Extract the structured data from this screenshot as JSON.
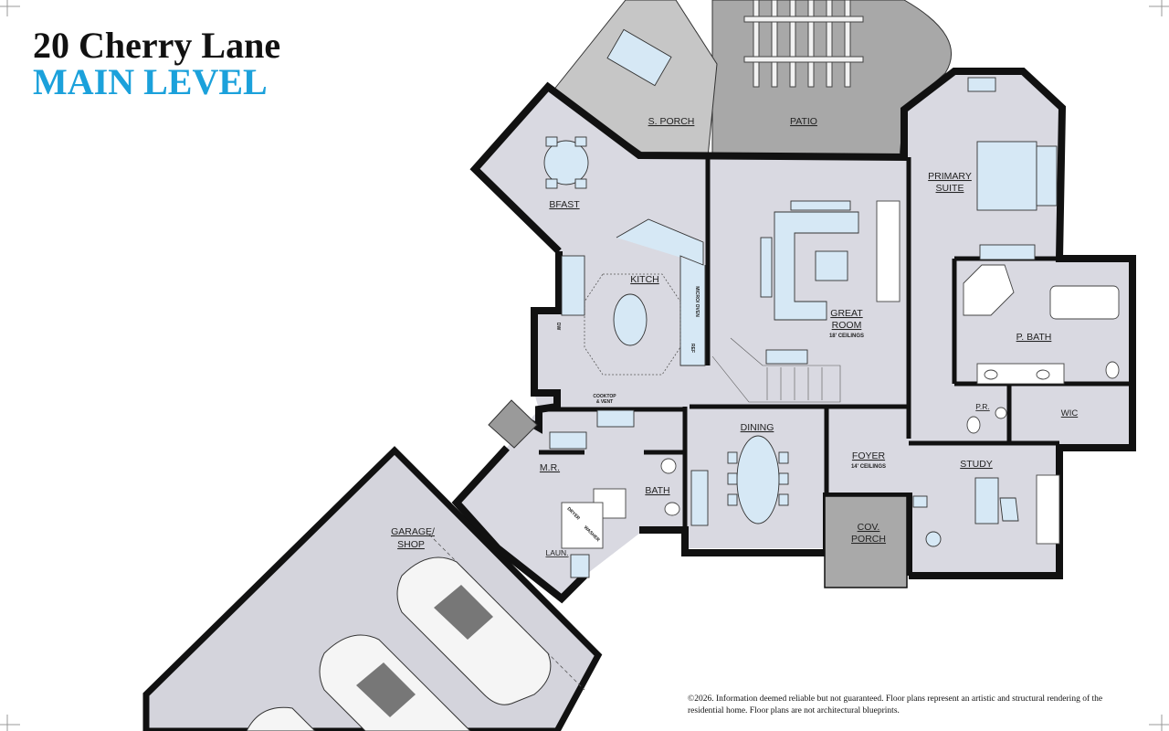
{
  "title": {
    "address": "20 Cherry Lane",
    "level": "MAIN LEVEL"
  },
  "colors": {
    "accent": "#1ba1db",
    "floor": "#d9d9e1",
    "patio": "#a9a9a9",
    "wall": "#111111",
    "furniture": "#d6e8f5"
  },
  "rooms": {
    "s_porch": "S. PORCH",
    "patio": "PATIO",
    "bfast": "BFAST",
    "kitch": "KITCH",
    "great_room": "GREAT",
    "great_room_2": "ROOM",
    "great_room_note": "18' CEILINGS",
    "primary_suite": "PRIMARY",
    "primary_suite_2": "SUITE",
    "p_bath": "P. BATH",
    "pr": "P.R.",
    "wic": "WIC",
    "dining": "DINING",
    "foyer": "FOYER",
    "foyer_note": "14' CEILINGS",
    "study": "STUDY",
    "cov_porch": "COV.",
    "cov_porch_2": "PORCH",
    "mr": "M.R.",
    "bath": "BATH",
    "laun": "LAUN.",
    "garage": "GARAGE/",
    "garage_2": "SHOP"
  },
  "fixture_labels": {
    "cooktop": "COOKTOP",
    "cooktop_2": "& VENT",
    "micro_oven": "MICRO/ OVEN",
    "refrigerator": "REF",
    "dishwasher": "DW",
    "dryer": "DRYER",
    "washer": "WASHER"
  },
  "disclaimer": "©2026. Information deemed reliable but not guaranteed. Floor plans represent an artistic and structural rendering of the residential home. Floor plans are not architectural blueprints."
}
